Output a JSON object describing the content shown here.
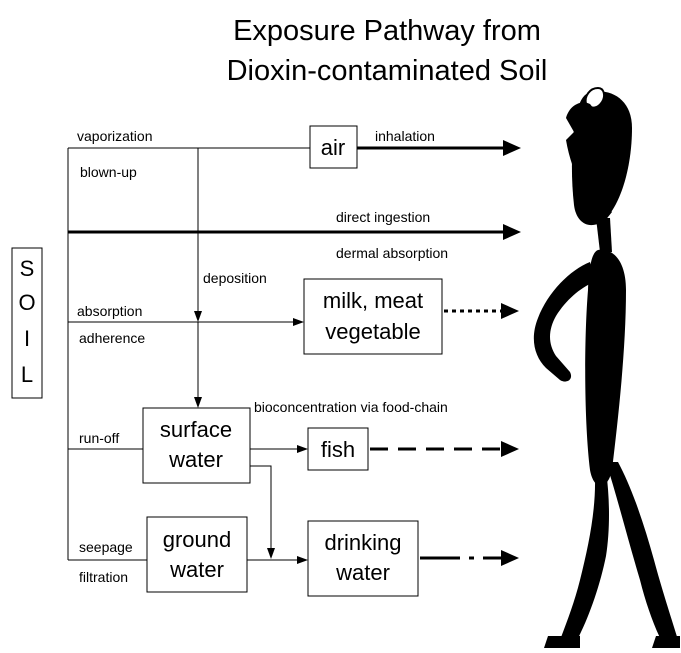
{
  "title": {
    "line1": "Exposure Pathway from",
    "line2": "Dioxin-contaminated Soil"
  },
  "soil": [
    "S",
    "O",
    "I",
    "L"
  ],
  "boxes": {
    "air": "air",
    "milk_meat_line1": "milk, meat",
    "milk_meat_line2": "vegetable",
    "surface_water_line1": "surface",
    "surface_water_line2": "water",
    "fish": "fish",
    "ground_water_line1": "ground",
    "ground_water_line2": "water",
    "drinking_water_line1": "drinking",
    "drinking_water_line2": "water"
  },
  "labels": {
    "vaporization": "vaporization",
    "blown_up": "blown-up",
    "inhalation": "inhalation",
    "direct_ingestion": "direct ingestion",
    "dermal_absorption": "dermal absorption",
    "deposition": "deposition",
    "absorption": "absorption",
    "adherence": "adherence",
    "bioconcentration": "bioconcentration via food-chain",
    "run_off": "run-off",
    "seepage": "seepage",
    "filtration": "filtration"
  }
}
